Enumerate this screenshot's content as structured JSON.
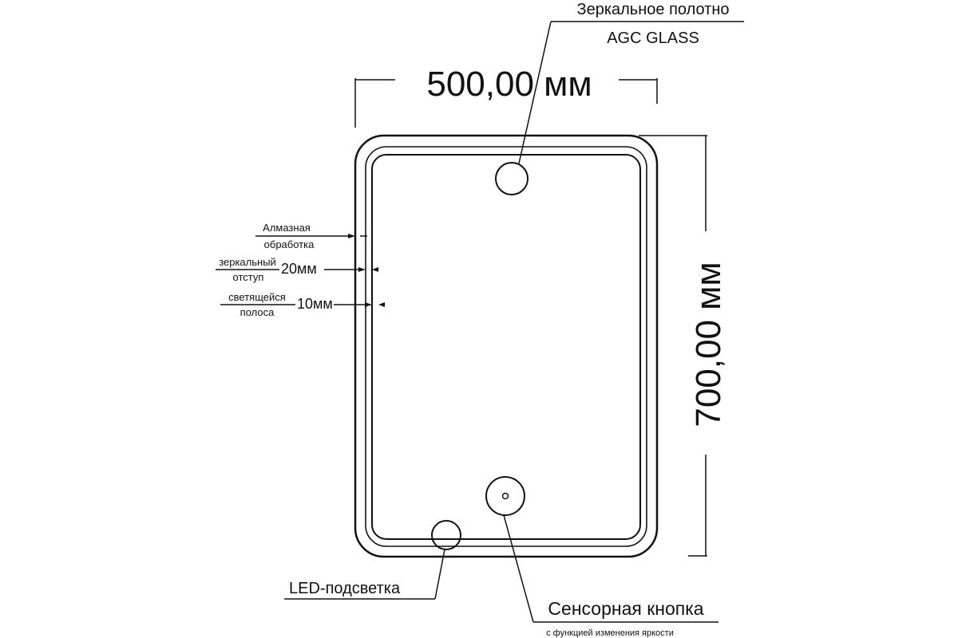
{
  "callouts": {
    "mirror_glass_line1": "Зеркальное полотно",
    "mirror_glass_line2": "AGC GLASS",
    "led_backlight": "LED-подсветка",
    "touch_button": "Сенсорная кнопка",
    "touch_button_sub": "с функцией изменения яркости"
  },
  "dimensions": {
    "width": "500,00 мм",
    "height": "700,00 мм"
  },
  "edge_details": {
    "diamond_line1": "Алмазная",
    "diamond_line2": "обработка",
    "mirror_offset_line1": "зеркальный",
    "mirror_offset_line2": "отступ",
    "mirror_offset_value": "20мм",
    "glow_strip_line1": "светящейся",
    "glow_strip_line2": "полоса",
    "glow_strip_value": "10мм"
  },
  "colors": {
    "stroke": "#111111",
    "background": "#ffffff"
  }
}
